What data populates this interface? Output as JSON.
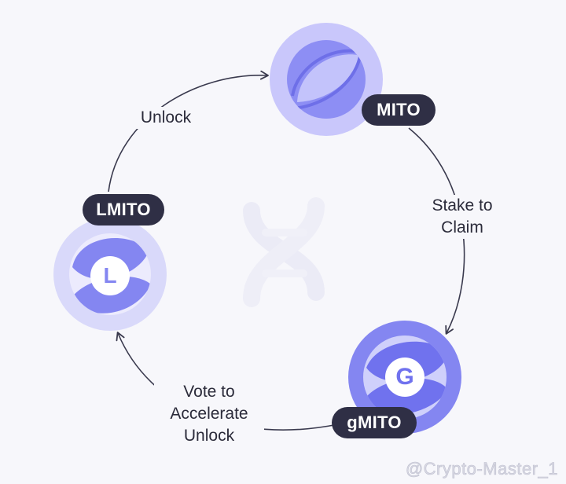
{
  "nodes": {
    "mito": {
      "label": "MITO"
    },
    "gmito": {
      "label": "gMITO",
      "letter": "G"
    },
    "lmito": {
      "label": "LMITO",
      "letter": "L"
    }
  },
  "edges": {
    "stake": {
      "line1": "Stake to",
      "line2": "Claim"
    },
    "vote": {
      "line1": "Vote to",
      "line2": "Accelerate",
      "line3": "Unlock"
    },
    "unlock": {
      "label": "Unlock"
    }
  },
  "watermark": "@Crypto-Master_1",
  "colors": {
    "pill_bg": "#2f2f45",
    "arrow": "#3a3a4e",
    "mito_halo": "#c9c7fb",
    "mito_fill": "#8d8ef4",
    "gmito_halo": "#8486f1",
    "lmito_halo": "#d9d9fa",
    "background": "#f7f7fb"
  },
  "icons": [
    "mito-token-icon",
    "gmito-token-icon",
    "lmito-token-icon",
    "dna-watermark-icon"
  ]
}
